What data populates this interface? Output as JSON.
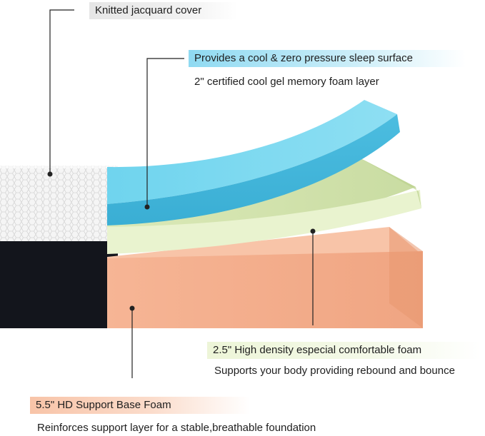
{
  "colors": {
    "gel_blue": "#5ecae6",
    "green_layer": "#e4f0c4",
    "orange_layer": "#f5b08e",
    "cover_white": "#f4f4f4",
    "cover_black": "#13151c",
    "highlight_gray": "#e7e7e7",
    "highlight_blue": "#8fdaf2",
    "highlight_green": "#edf5d8",
    "highlight_orange": "#f8c4a8"
  },
  "layers": {
    "cover": {
      "title": "Knitted jacquard cover"
    },
    "gel": {
      "title": "Provides a cool & zero pressure sleep surface",
      "subtitle": "2\" certified cool gel memory foam layer"
    },
    "comfort": {
      "title": "2.5\" High density especial comfortable foam",
      "subtitle": "Supports your body providing rebound and bounce"
    },
    "base": {
      "title": "5.5\" HD Support Base Foam",
      "subtitle": "Reinforces support layer for a stable,breathable foundation"
    }
  }
}
